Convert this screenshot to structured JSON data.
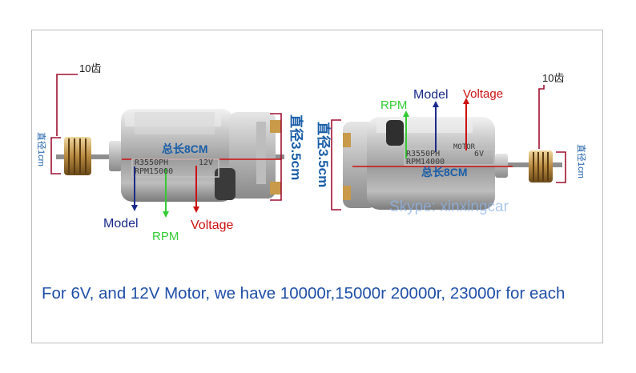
{
  "left_motor": {
    "gear_teeth": "10齿",
    "gear_diameter": "直径1cm",
    "length": "总长8CM",
    "body_diameter": "直径3.5cm",
    "plate_model": "R3550PH",
    "plate_voltage": "12V",
    "plate_rpm": "RPM15000",
    "legend_model": "Model",
    "legend_rpm": "RPM",
    "legend_voltage": "Voltage"
  },
  "right_motor": {
    "gear_teeth": "10齿",
    "gear_diameter": "直径1cm",
    "length": "总长8CM",
    "body_diameter": "直径3.5cm",
    "plate_brand": "MOTOR",
    "plate_model": "R3550PH",
    "plate_voltage": "6V",
    "plate_rpm": "RPM14000",
    "legend_model": "Model",
    "legend_rpm": "RPM",
    "legend_voltage": "Voltage"
  },
  "watermark": "Skype: xinxingcar",
  "caption": "For 6V, and 12V Motor, we have 10000r,15000r 20000r, 23000r for each",
  "colors": {
    "model": "#1a2a8a",
    "rpm": "#33cc33",
    "voltage": "#cc1111",
    "dimension_text": "#1a5ea8",
    "caption": "#1f4fa8",
    "bracket": "#a01030"
  }
}
